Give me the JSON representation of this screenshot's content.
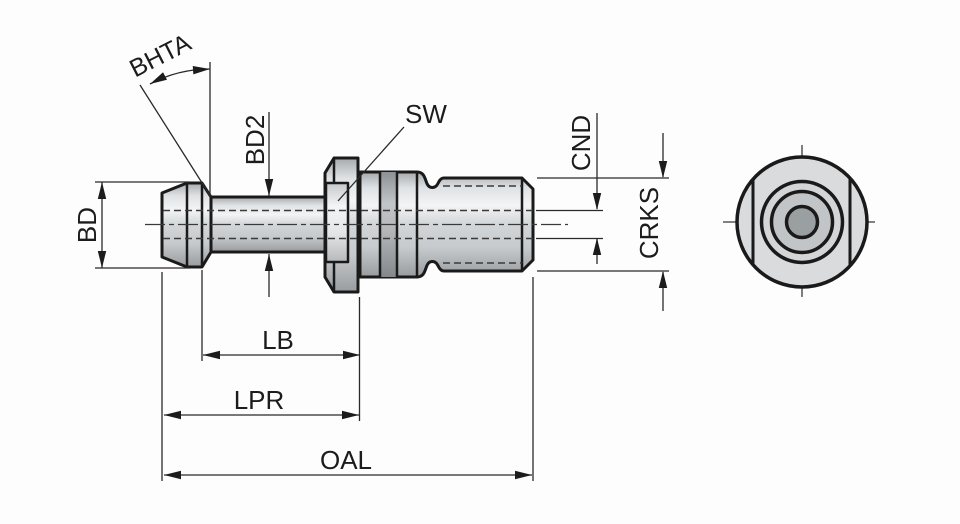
{
  "title": "Pull stud (retention knob) dimensional engineering drawing",
  "views": {
    "side": "side profile view with section dimensions",
    "end": "end view with concentric diameters and wrench flats"
  },
  "dimensions": {
    "bhta": "BHTA",
    "bd2": "BD2",
    "sw": "SW",
    "cnd": "CND",
    "crks": "CRKS",
    "bd": "BD",
    "lb": "LB",
    "lpr": "LPR",
    "oal": "OAL"
  },
  "colors": {
    "background": "#fdfdfd",
    "outline": "#1a1a1a",
    "dimension_line": "#2a2a2a",
    "metal_bright": "#f3f4f5",
    "metal_mid": "#cfd3d5",
    "metal_dark": "#989c9e",
    "groove_dark_band": "#8d9193",
    "end_view_inner_disc": "#c2c5c7",
    "center_hole": "#9aa0a2"
  }
}
